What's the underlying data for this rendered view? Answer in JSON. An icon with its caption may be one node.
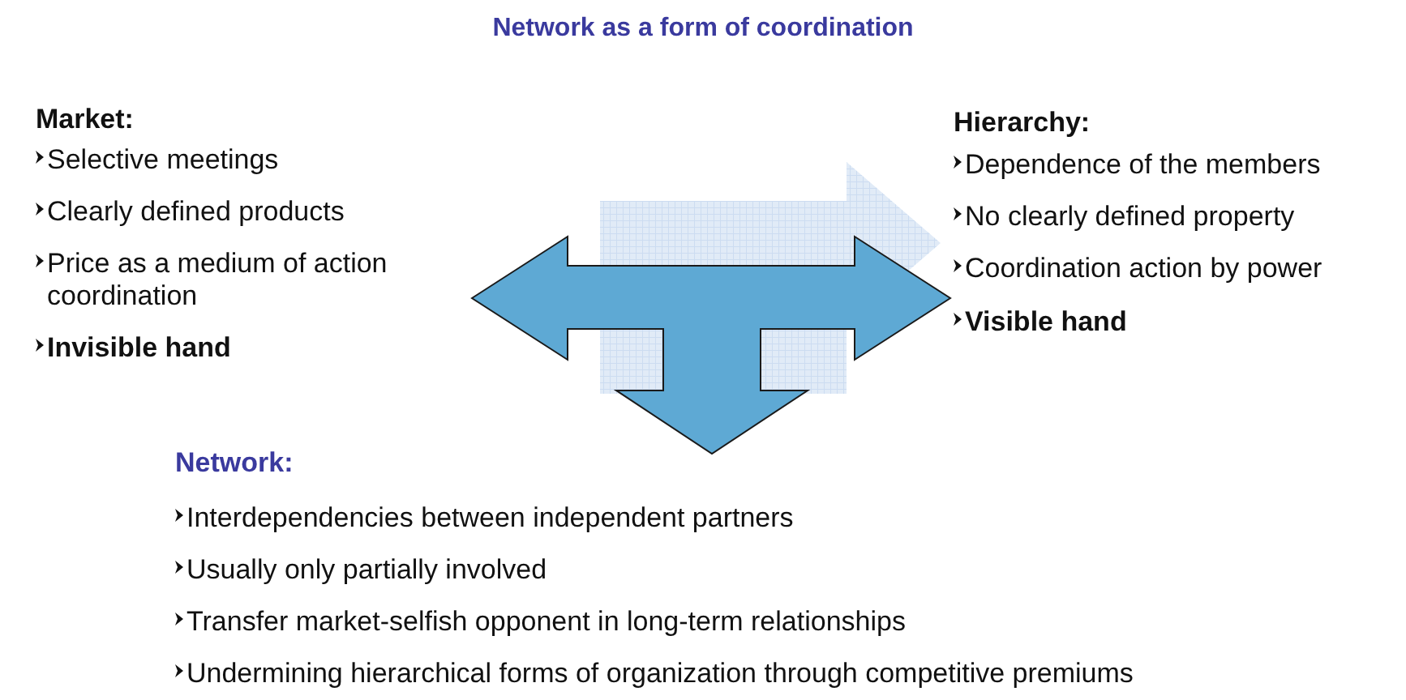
{
  "diagram": {
    "title": "Network as a form of coordination",
    "labels": [
      "Market:",
      "Selective meetings",
      "Clearly defined products",
      "Price as a medium of action coordination",
      "Invisible hand",
      "Hierarchy:",
      "Dependence of the members",
      "No clearly defined property",
      "Coordination action by power",
      "Visible hand",
      "Network:",
      "Interdependencies between independent partners",
      "Usually only partially involved",
      "Transfer market-selfish opponent in long-term relationships",
      "Undermining hierarchical forms of organization through competitive premiums"
    ]
  }
}
